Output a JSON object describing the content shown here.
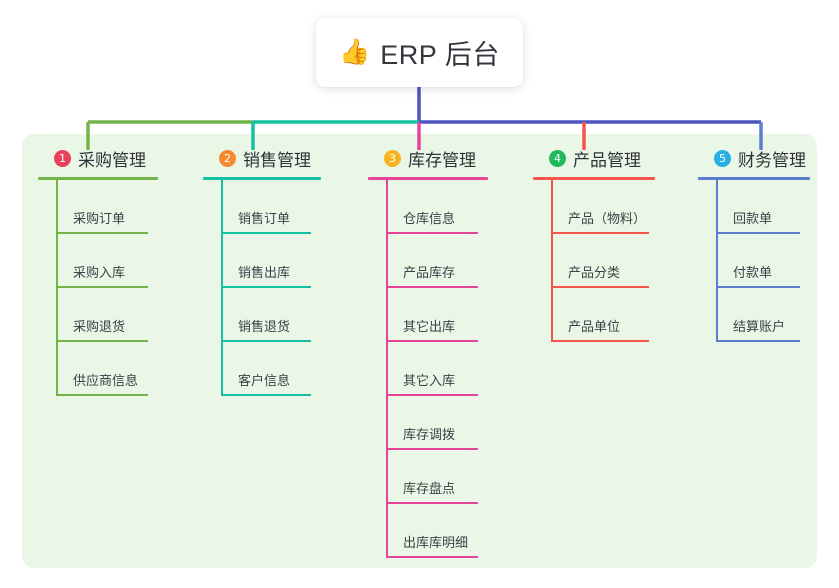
{
  "root": {
    "icon": "thumbs-up-icon",
    "emoji": "👍",
    "title": "ERP 后台"
  },
  "colors": {
    "panel_background": "#eaf6e6",
    "root_stem": "#4c54c0",
    "page_background": "#ffffff",
    "text": "#3c4148"
  },
  "columns": [
    {
      "index": "1",
      "title": "采购管理",
      "badge_color": "#e8415a",
      "line_color": "#73b34a",
      "items": [
        {
          "label": "采购订单"
        },
        {
          "label": "采购入库"
        },
        {
          "label": "采购退货"
        },
        {
          "label": "供应商信息"
        }
      ]
    },
    {
      "index": "2",
      "title": "销售管理",
      "badge_color": "#f6882e",
      "line_color": "#14c1a2",
      "items": [
        {
          "label": "销售订单"
        },
        {
          "label": "销售出库"
        },
        {
          "label": "销售退货"
        },
        {
          "label": "客户信息"
        }
      ]
    },
    {
      "index": "3",
      "title": "库存管理",
      "badge_color": "#f7b321",
      "line_color": "#e5449a",
      "items": [
        {
          "label": "仓库信息"
        },
        {
          "label": "产品库存"
        },
        {
          "label": "其它出库"
        },
        {
          "label": "其它入库"
        },
        {
          "label": "库存调拨"
        },
        {
          "label": "库存盘点"
        },
        {
          "label": "出库库明细"
        }
      ]
    },
    {
      "index": "4",
      "title": "产品管理",
      "badge_color": "#22bb5b",
      "line_color": "#f4564f",
      "items": [
        {
          "label": "产品（物料）"
        },
        {
          "label": "产品分类"
        },
        {
          "label": "产品单位"
        }
      ]
    },
    {
      "index": "5",
      "title": "财务管理",
      "badge_color": "#27aee3",
      "line_color": "#5b7ed1",
      "items": [
        {
          "label": "回款单"
        },
        {
          "label": "付款单"
        },
        {
          "label": "结算账户"
        }
      ]
    }
  ]
}
